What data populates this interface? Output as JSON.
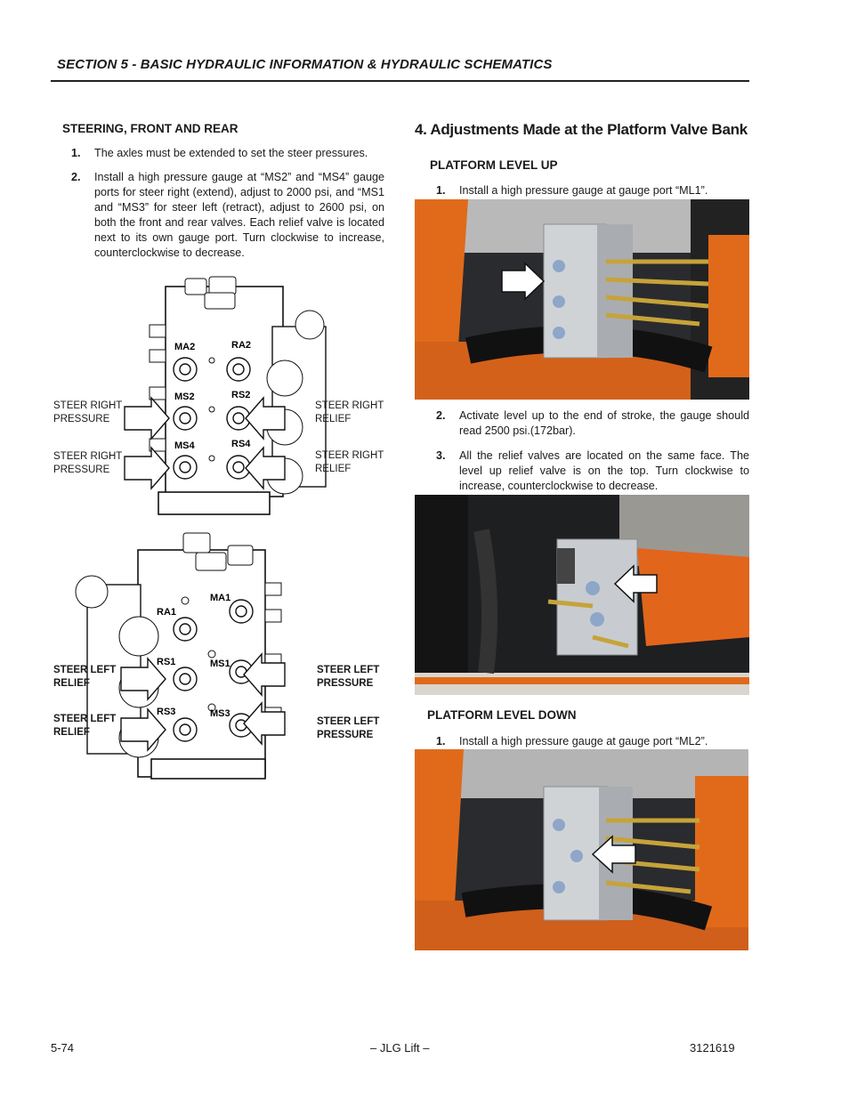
{
  "header": {
    "section_title": "SECTION 5 - BASIC HYDRAULIC INFORMATION & HYDRAULIC SCHEMATICS"
  },
  "left": {
    "heading": "STEERING, FRONT AND REAR",
    "items": [
      {
        "num": "1.",
        "text": "The axles must be extended to set the steer pressures."
      },
      {
        "num": "2.",
        "text": "Install a high pressure gauge at “MS2” and “MS4” gauge ports for steer right (extend), adjust to 2000 psi, and “MS1 and “MS3” for steer left (retract), adjust to 2600 psi, on both the front and rear valves. Each relief valve is located next to its own gauge port. Turn clockwise to increase, counterclockwise to decrease."
      }
    ],
    "diagram_top": {
      "port_labels": [
        "MA2",
        "RA2",
        "MS2",
        "RS2",
        "MS4",
        "RS4"
      ],
      "callouts": [
        "STEER RIGHT PRESSURE",
        "STEER RIGHT RELIEF",
        "STEER RIGHT PRESSURE",
        "STEER RIGHT RELIEF"
      ]
    },
    "diagram_bottom": {
      "port_labels": [
        "RA1",
        "MA1",
        "RS1",
        "MS1",
        "RS3",
        "MS3"
      ],
      "callouts": [
        "STEER LEFT RELIEF",
        "STEER LEFT PRESSURE",
        "STEER LEFT RELIEF",
        "STEER LEFT PRESSURE"
      ]
    }
  },
  "right": {
    "heading": "4.  Adjustments Made at the Platform Valve Bank",
    "level_up": {
      "heading": "PLATFORM LEVEL UP",
      "items": [
        {
          "num": "1.",
          "text": "Install a high pressure gauge at gauge port “ML1”."
        },
        {
          "num": "2.",
          "text": "Activate level up to the end of stroke, the gauge should read 2500 psi.(172bar)."
        },
        {
          "num": "3.",
          "text": "All the relief valves are located on the same face. The level up relief valve is on the top. Turn clockwise to increase, counterclockwise to decrease."
        }
      ]
    },
    "level_down": {
      "heading": "PLATFORM LEVEL DOWN",
      "items": [
        {
          "num": "1.",
          "text": "Install a high pressure gauge at gauge port “ML2”."
        }
      ]
    }
  },
  "footer": {
    "page": "5-74",
    "center": "– JLG Lift –",
    "doc_number": "3121619"
  }
}
